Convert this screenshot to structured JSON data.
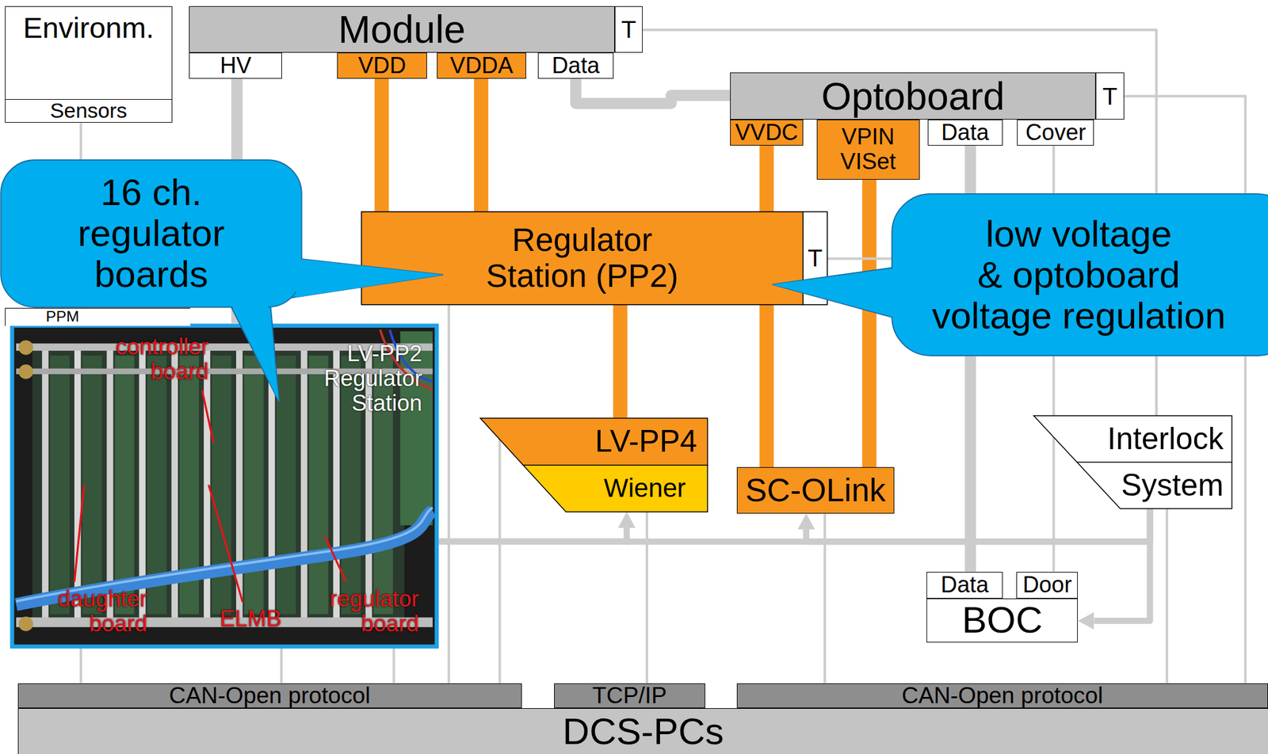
{
  "diagram": {
    "nodes": [
      {
        "text": [
          "Environm.",
          "Sensors"
        ]
      },
      {
        "text": [
          "Module"
        ]
      },
      {
        "text": [
          "T"
        ]
      },
      {
        "text": [
          "HV"
        ]
      },
      {
        "text": [
          "VDD"
        ]
      },
      {
        "text": [
          "VDDA"
        ]
      },
      {
        "text": [
          "Data"
        ]
      },
      {
        "text": [
          "Optoboard"
        ]
      },
      {
        "text": [
          "T"
        ]
      },
      {
        "text": [
          "VVDC"
        ]
      },
      {
        "text": [
          "VPIN VISet"
        ]
      },
      {
        "text": [
          "Data"
        ]
      },
      {
        "text": [
          "Cover"
        ]
      },
      {
        "text": [
          "16 ch. regulator boards"
        ]
      },
      {
        "text": [
          "Regulator Station (PP2)"
        ]
      },
      {
        "text": [
          "T"
        ]
      },
      {
        "text": [
          "low voltage & optoboard voltage regulation"
        ]
      },
      {
        "text": [
          "PPM"
        ]
      },
      {
        "text": [
          "LV-PP4",
          "Wiener"
        ]
      },
      {
        "text": [
          "SC-OLink"
        ]
      },
      {
        "text": [
          "Interlock System"
        ]
      },
      {
        "text": [
          "Data"
        ]
      },
      {
        "text": [
          "Door"
        ]
      },
      {
        "text": [
          "BOC"
        ]
      },
      {
        "text": [
          "CAN-Open protocol"
        ]
      },
      {
        "text": [
          "TCP/IP"
        ]
      },
      {
        "text": [
          "CAN-Open protocol"
        ]
      },
      {
        "text": [
          "DCS-PCs"
        ]
      }
    ],
    "edges": [
      {
        "from": 4,
        "to": 14,
        "arrow": "none"
      },
      {
        "from": 5,
        "to": 14,
        "arrow": "none"
      },
      {
        "from": 9,
        "to": 14,
        "arrow": "none"
      },
      {
        "from": 14,
        "to": 19,
        "arrow": "none"
      },
      {
        "from": 10,
        "to": 19,
        "arrow": "none"
      },
      {
        "from": 14,
        "to": 18,
        "arrow": "none"
      },
      {
        "from": 6,
        "to": 7,
        "arrow": "none"
      },
      {
        "from": 11,
        "to": 21,
        "arrow": "none"
      },
      {
        "from": 12,
        "to": 22,
        "arrow": "none"
      },
      {
        "from": 2,
        "to": 20,
        "arrow": "none"
      },
      {
        "from": 15,
        "to": 20,
        "arrow": "none"
      },
      {
        "from": 20,
        "to": 26,
        "arrow": "none"
      },
      {
        "from": 8,
        "to": 26,
        "arrow": "none"
      },
      {
        "from": 20,
        "to": 23,
        "arrow": "to"
      },
      {
        "from": 20,
        "to": 18,
        "arrow": "to"
      },
      {
        "from": 20,
        "to": 19,
        "arrow": "to"
      },
      {
        "from": 0,
        "to": 24,
        "arrow": "none"
      },
      {
        "from": 14,
        "to": 24,
        "arrow": "none"
      },
      {
        "from": 18,
        "to": 24,
        "arrow": "none"
      },
      {
        "from": 18,
        "to": 25,
        "arrow": "none"
      },
      {
        "from": 19,
        "to": 26,
        "arrow": "none"
      }
    ],
    "labels": [
      "controller board",
      "LV-PP2 Regulator Station",
      "daughter board",
      "ELMB",
      "regulator board"
    ]
  }
}
